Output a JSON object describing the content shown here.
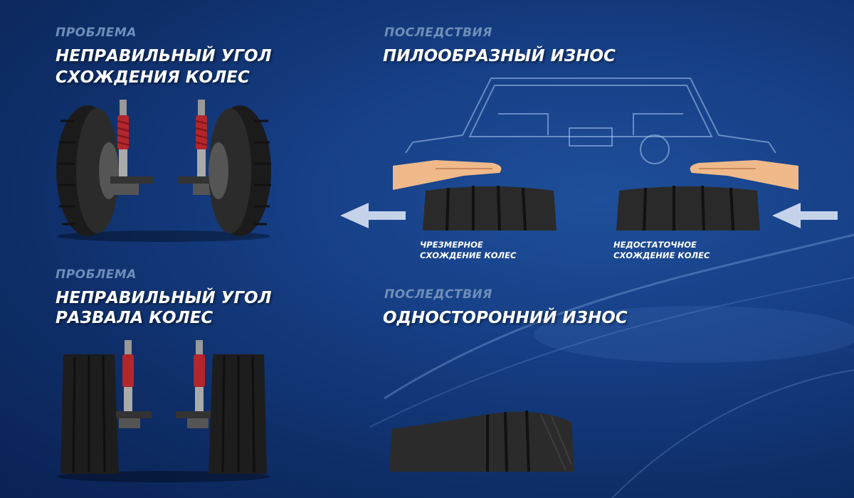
{
  "left_top": {
    "tag": "ПРОБЛЕМА",
    "title_line1": "НЕПРАВИЛЬНЫЙ УГОЛ",
    "title_line2": "СХОЖДЕНИЯ КОЛЕС"
  },
  "left_bottom": {
    "tag": "ПРОБЛЕМА",
    "title_line1": "НЕПРАВИЛЬНЫЙ УГОЛ",
    "title_line2": "РАЗВАЛА КОЛЕС"
  },
  "right_top": {
    "tag": "ПОСЛЕДСТВИЯ",
    "title": "ПИЛООБРАЗНЫЙ ИЗНОС",
    "caption_left_line1": "ЧРЕЗМЕРНОЕ",
    "caption_left_line2": "СХОЖДЕНИЕ КОЛЕС",
    "caption_right_line1": "НЕДОСТАТОЧНОЕ",
    "caption_right_line2": "СХОЖДЕНИЕ КОЛЕС"
  },
  "right_bottom": {
    "tag": "ПОСЛЕДСТВИЯ",
    "title": "ОДНОСТОРОННИЙ ИЗНОС"
  },
  "colors": {
    "background": "#163f86",
    "tag_text": "#6f8fb8",
    "title_text": "#ffffff",
    "spring_red": "#b3262c",
    "arrow": "#c5d3ea"
  },
  "icons": [
    "car-outline",
    "hand-icon",
    "arrow-left-icon",
    "tire-icon",
    "shock-absorber-icon"
  ]
}
